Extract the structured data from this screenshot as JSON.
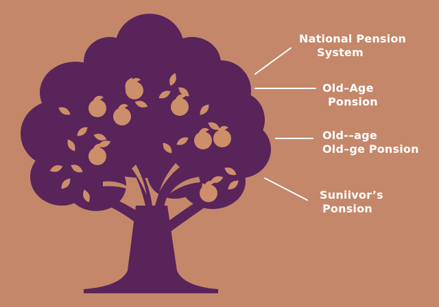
{
  "colors": {
    "background": "#c4876a",
    "tree": "#58245a",
    "fruit": "#cd8e6a",
    "text": "#ffffff"
  },
  "labels": [
    {
      "line1": "National Pension",
      "line2": "System"
    },
    {
      "line1": "Old–Age",
      "line2": "Ponsion"
    },
    {
      "line1": "Old-–age",
      "line2": "Old–ge Ponsion"
    },
    {
      "line1": "Suniivor’s",
      "line2": "Ponsion"
    }
  ]
}
